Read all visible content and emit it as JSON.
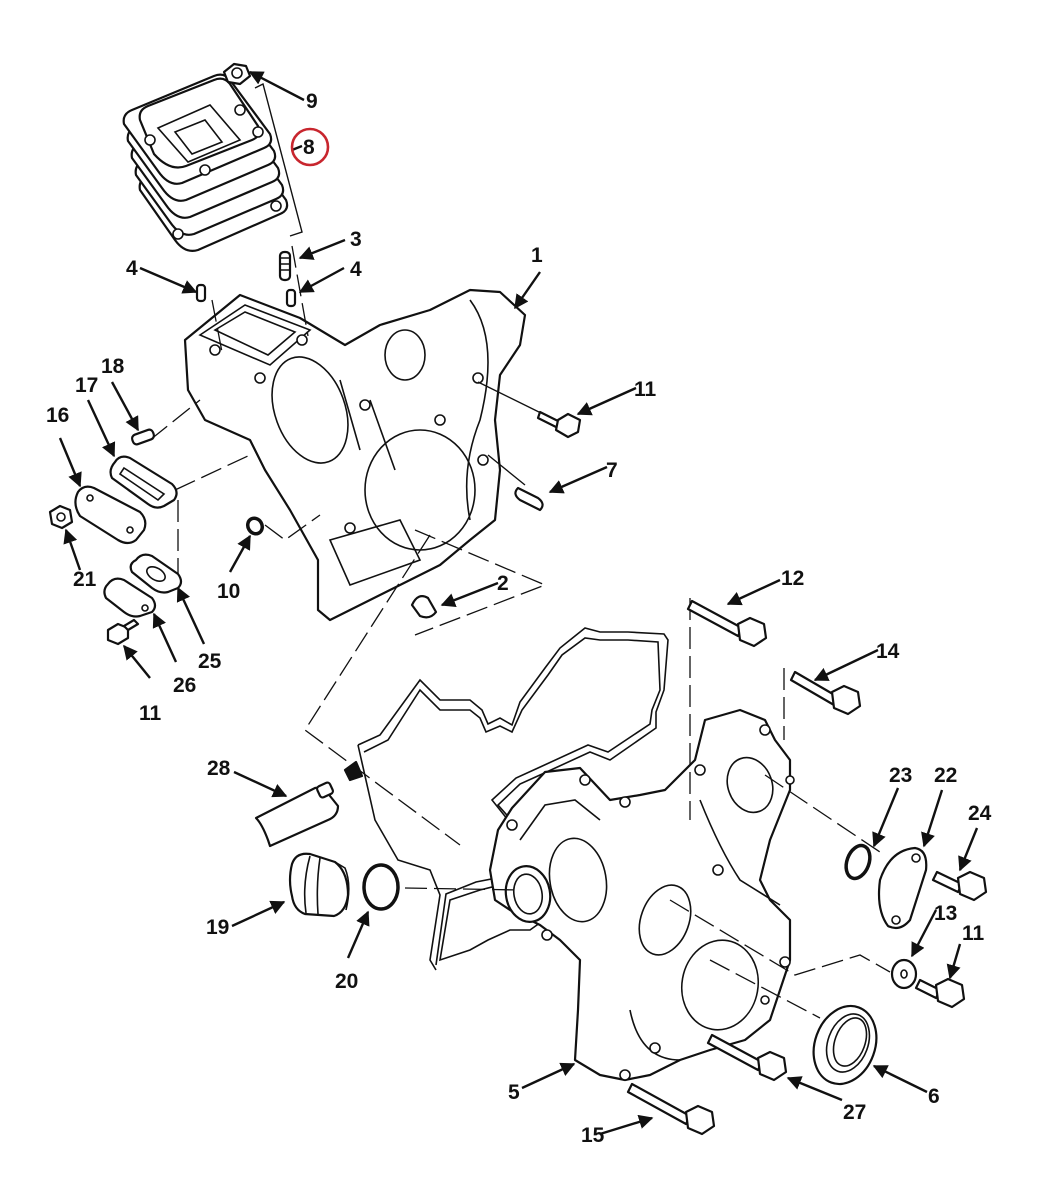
{
  "diagram": {
    "title": "Front Cover / Timing Gear Housing Exploded View",
    "highlight_color": "#c8262e",
    "highlighted_callout": "8",
    "callouts": [
      {
        "id": "c1",
        "label": "1"
      },
      {
        "id": "c2",
        "label": "2"
      },
      {
        "id": "c3",
        "label": "3"
      },
      {
        "id": "c4a",
        "label": "4"
      },
      {
        "id": "c4b",
        "label": "4"
      },
      {
        "id": "c5",
        "label": "5"
      },
      {
        "id": "c6",
        "label": "6"
      },
      {
        "id": "c7",
        "label": "7"
      },
      {
        "id": "c8",
        "label": "8"
      },
      {
        "id": "c9",
        "label": "9"
      },
      {
        "id": "c10",
        "label": "10"
      },
      {
        "id": "c11a",
        "label": "11"
      },
      {
        "id": "c11b",
        "label": "11"
      },
      {
        "id": "c11c",
        "label": "11"
      },
      {
        "id": "c12",
        "label": "12"
      },
      {
        "id": "c13",
        "label": "13"
      },
      {
        "id": "c14",
        "label": "14"
      },
      {
        "id": "c15",
        "label": "15"
      },
      {
        "id": "c16",
        "label": "16"
      },
      {
        "id": "c17",
        "label": "17"
      },
      {
        "id": "c18",
        "label": "18"
      },
      {
        "id": "c19",
        "label": "19"
      },
      {
        "id": "c20",
        "label": "20"
      },
      {
        "id": "c21",
        "label": "21"
      },
      {
        "id": "c22",
        "label": "22"
      },
      {
        "id": "c23",
        "label": "23"
      },
      {
        "id": "c24",
        "label": "24"
      },
      {
        "id": "c25",
        "label": "25"
      },
      {
        "id": "c26",
        "label": "26"
      },
      {
        "id": "c27",
        "label": "27"
      },
      {
        "id": "c28",
        "label": "28"
      }
    ],
    "parts": [
      {
        "callout": "1",
        "name": "front housing"
      },
      {
        "callout": "2",
        "name": "plug"
      },
      {
        "callout": "3",
        "name": "stud"
      },
      {
        "callout": "4",
        "name": "dowel pin"
      },
      {
        "callout": "5",
        "name": "front cover"
      },
      {
        "callout": "6",
        "name": "oil seal"
      },
      {
        "callout": "7",
        "name": "dowel"
      },
      {
        "callout": "8",
        "name": "gasket set"
      },
      {
        "callout": "9",
        "name": "nut"
      },
      {
        "callout": "10",
        "name": "o-ring"
      },
      {
        "callout": "11",
        "name": "bolt"
      },
      {
        "callout": "12",
        "name": "bolt"
      },
      {
        "callout": "13",
        "name": "washer"
      },
      {
        "callout": "14",
        "name": "bolt"
      },
      {
        "callout": "15",
        "name": "bolt"
      },
      {
        "callout": "16",
        "name": "cover plate"
      },
      {
        "callout": "17",
        "name": "gasket"
      },
      {
        "callout": "18",
        "name": "stud"
      },
      {
        "callout": "19",
        "name": "oil filler cap"
      },
      {
        "callout": "20",
        "name": "o-ring"
      },
      {
        "callout": "21",
        "name": "nut"
      },
      {
        "callout": "22",
        "name": "cover plate"
      },
      {
        "callout": "23",
        "name": "o-ring"
      },
      {
        "callout": "24",
        "name": "bolt"
      },
      {
        "callout": "25",
        "name": "gasket"
      },
      {
        "callout": "26",
        "name": "cover"
      },
      {
        "callout": "27",
        "name": "bolt"
      },
      {
        "callout": "28",
        "name": "sealant tube"
      }
    ]
  }
}
